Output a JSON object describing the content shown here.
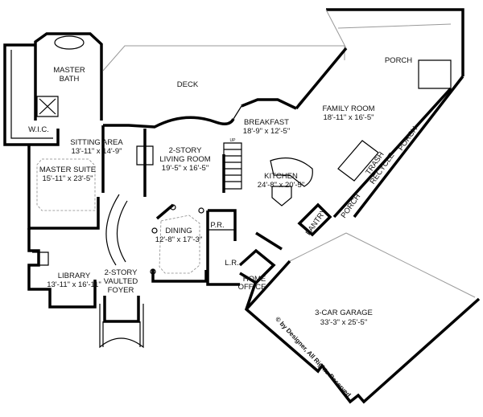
{
  "plan": {
    "rooms": [
      {
        "id": "master-bath",
        "name": "MASTER\nBATH",
        "lines": [
          "MASTER",
          "BATH"
        ]
      },
      {
        "id": "deck",
        "lines": [
          "DECK"
        ]
      },
      {
        "id": "porch-top",
        "lines": [
          "PORCH"
        ]
      },
      {
        "id": "family-room",
        "lines": [
          "FAMILY ROOM",
          "18'-11\" x 16'-5\""
        ]
      },
      {
        "id": "wic",
        "lines": [
          "W.I.C."
        ]
      },
      {
        "id": "sitting-area",
        "lines": [
          "SITTING AREA",
          "13'-11\" x 14'-9\""
        ]
      },
      {
        "id": "breakfast",
        "lines": [
          "BREAKFAST",
          "18'-9\" x 12'-5\""
        ]
      },
      {
        "id": "living-room",
        "lines": [
          "2-STORY",
          "LIVING ROOM",
          "19'-5\" x 16'-5\""
        ]
      },
      {
        "id": "master-suite",
        "lines": [
          "MASTER SUITE",
          "15'-11\" x 23'-5\""
        ]
      },
      {
        "id": "kitchen",
        "lines": [
          "KITCHEN",
          "24'-8\" x 20'-5\""
        ]
      },
      {
        "id": "porch-side",
        "lines": [
          "PORCH"
        ]
      },
      {
        "id": "trash-recycle",
        "lines": [
          "TRASH",
          "RECYCLE"
        ]
      },
      {
        "id": "porch-mid",
        "lines": [
          "PORCH"
        ]
      },
      {
        "id": "pantry",
        "lines": [
          "PANTRY"
        ]
      },
      {
        "id": "powder-room",
        "lines": [
          "P.R."
        ]
      },
      {
        "id": "laundry-room",
        "lines": [
          "L.R."
        ]
      },
      {
        "id": "dining",
        "lines": [
          "DINING",
          "12'-8\" x 17'-3\""
        ]
      },
      {
        "id": "library",
        "lines": [
          "LIBRARY",
          "13'-11\" x 16'-11\""
        ]
      },
      {
        "id": "foyer",
        "lines": [
          "2-STORY",
          "VAULTED",
          "FOYER"
        ]
      },
      {
        "id": "home-office",
        "lines": [
          "HOME",
          "OFFICE"
        ]
      },
      {
        "id": "garage",
        "lines": [
          "3-CAR GARAGE",
          "33'-3\" x 25'-5\""
        ]
      }
    ],
    "stair_label": "UP",
    "copyright": "© by Designer, All Rights Reserved"
  }
}
